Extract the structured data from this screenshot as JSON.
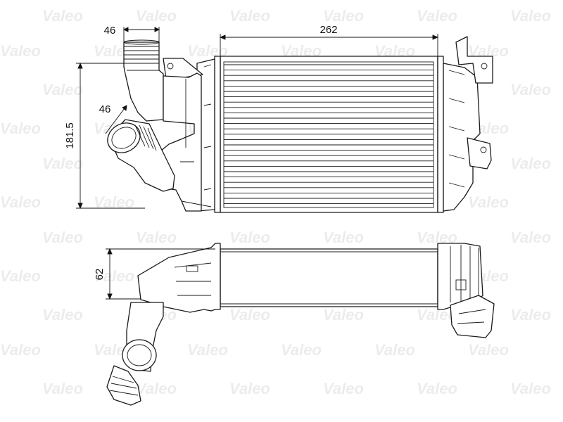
{
  "watermark": "Valeo",
  "dimensions": {
    "inlet_width_top": "46",
    "core_width": "262",
    "core_height": "181.5",
    "outlet_diameter": "46",
    "depth": "62"
  },
  "colors": {
    "line": "#1a1a1a",
    "watermark": "#ececec",
    "background": "#ffffff"
  }
}
